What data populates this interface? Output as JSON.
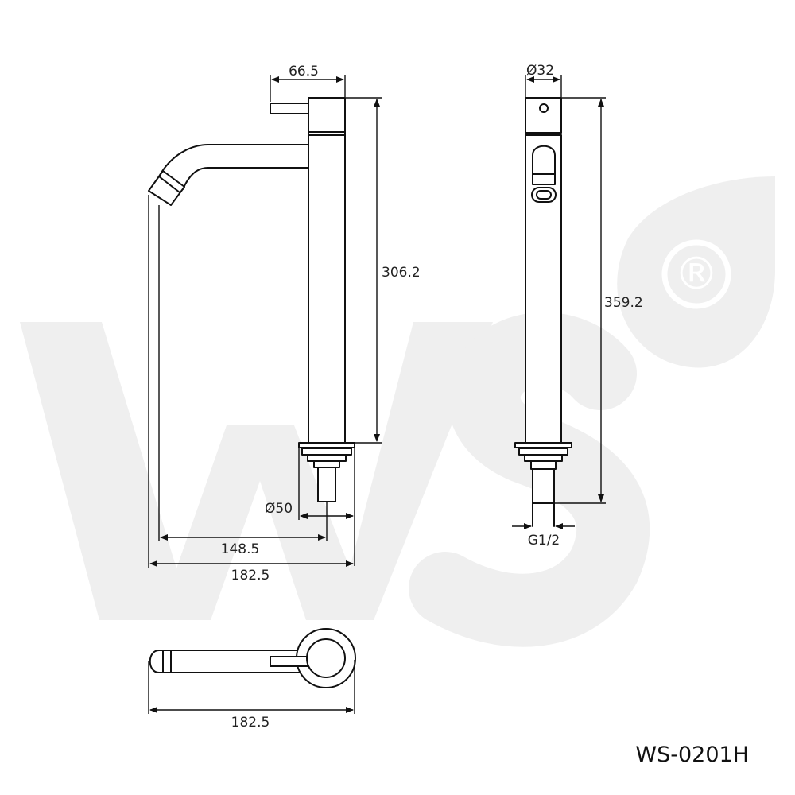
{
  "watermark": {
    "text": "WS",
    "registered_mark": "®",
    "color": "#efefef"
  },
  "colors": {
    "line": "#111111",
    "text": "#222222"
  },
  "dimensions": {
    "handle_width": "66.5",
    "side_height": "306.2",
    "base_diameter": "Ø50",
    "spout_reach": "148.5",
    "overall_width": "182.5",
    "body_diameter": "Ø32",
    "front_height": "359.2",
    "thread": "G1/2",
    "top_overall_width": "182.5"
  },
  "model": "WS-0201H"
}
